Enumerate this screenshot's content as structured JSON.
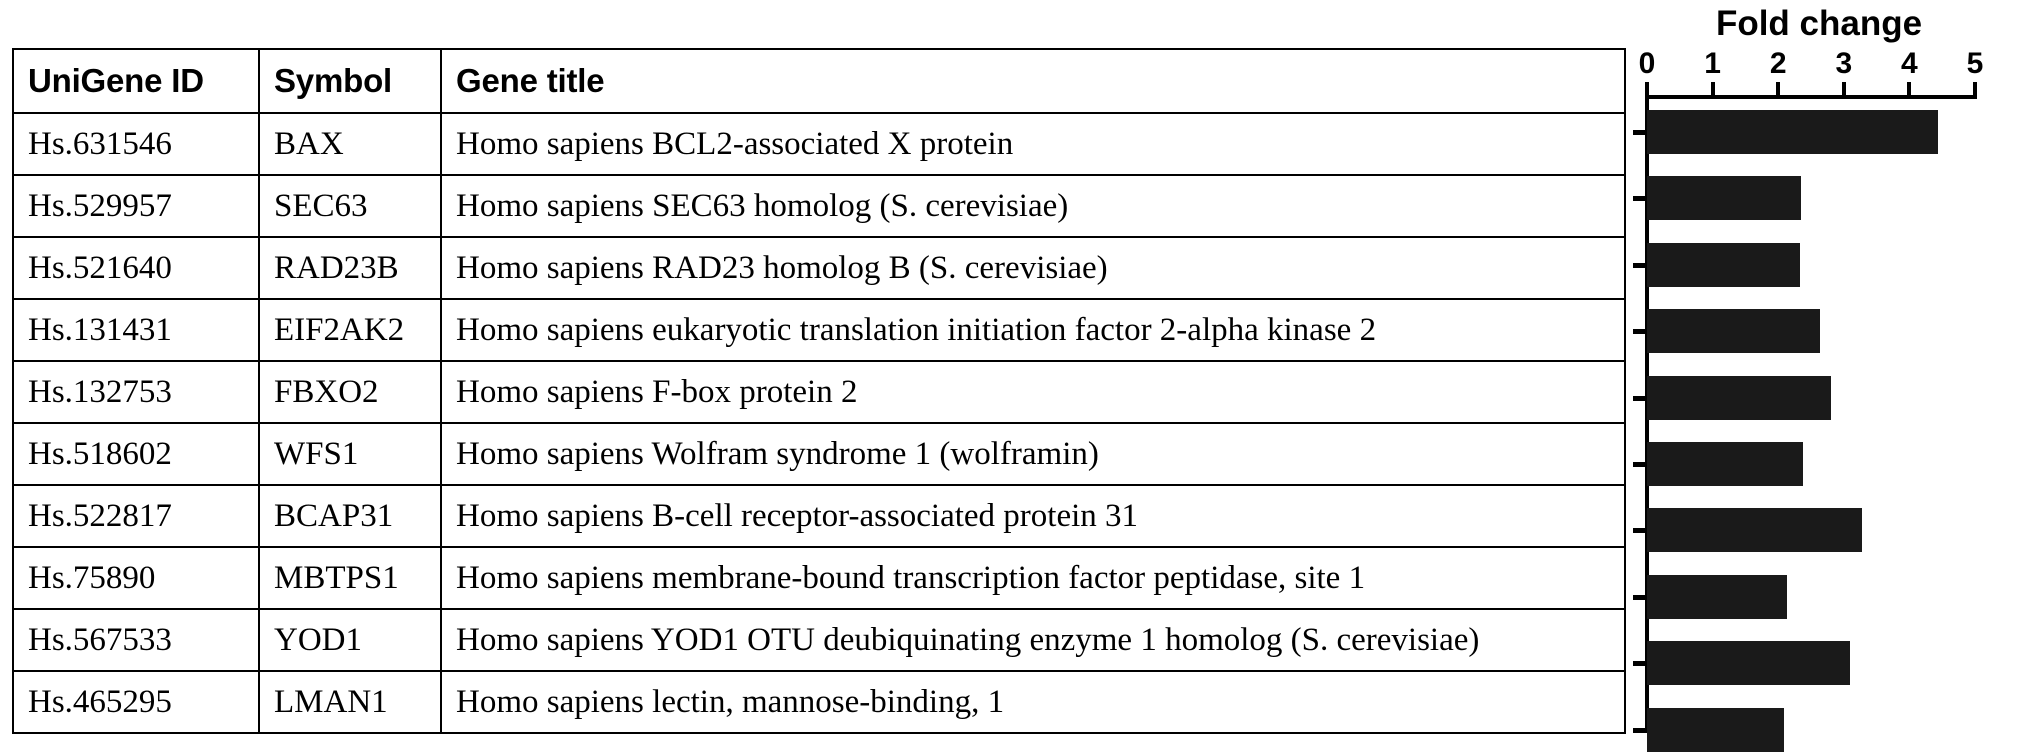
{
  "table": {
    "columns": [
      "UniGene ID",
      "Symbol",
      "Gene title"
    ],
    "rows": [
      {
        "unigene_id": "Hs.631546",
        "symbol": "BAX",
        "gene_title": "Homo sapiens BCL2-associated X protein"
      },
      {
        "unigene_id": "Hs.529957",
        "symbol": "SEC63",
        "gene_title": "Homo sapiens SEC63 homolog (S. cerevisiae)"
      },
      {
        "unigene_id": "Hs.521640",
        "symbol": "RAD23B",
        "gene_title": "Homo sapiens RAD23 homolog B (S. cerevisiae)"
      },
      {
        "unigene_id": "Hs.131431",
        "symbol": "EIF2AK2",
        "gene_title": "Homo sapiens eukaryotic translation initiation factor 2-alpha kinase 2"
      },
      {
        "unigene_id": "Hs.132753",
        "symbol": "FBXO2",
        "gene_title": "Homo sapiens F-box protein 2"
      },
      {
        "unigene_id": "Hs.518602",
        "symbol": "WFS1",
        "gene_title": "Homo sapiens Wolfram syndrome 1 (wolframin)"
      },
      {
        "unigene_id": "Hs.522817",
        "symbol": "BCAP31",
        "gene_title": "Homo sapiens B-cell receptor-associated protein 31"
      },
      {
        "unigene_id": "Hs.75890",
        "symbol": "MBTPS1",
        "gene_title": "Homo sapiens membrane-bound transcription factor peptidase, site 1"
      },
      {
        "unigene_id": "Hs.567533",
        "symbol": "YOD1",
        "gene_title": "Homo sapiens YOD1 OTU deubiquinating enzyme 1 homolog (S. cerevisiae)"
      },
      {
        "unigene_id": "Hs.465295",
        "symbol": "LMAN1",
        "gene_title": "Homo sapiens lectin, mannose-binding, 1"
      }
    ]
  },
  "chart_data": {
    "type": "bar",
    "orientation": "horizontal",
    "title": "Fold change",
    "xlabel": "",
    "ylabel": "",
    "xlim": [
      0,
      5
    ],
    "xticks": [
      0,
      1,
      2,
      3,
      4,
      5
    ],
    "xtick_labels": [
      "0",
      "1",
      "2",
      "3",
      "4",
      "5"
    ],
    "axis_position": "top",
    "grid": false,
    "legend": false,
    "bar_color": "#1a1a1a",
    "categories": [
      "BAX",
      "SEC63",
      "RAD23B",
      "EIF2AK2",
      "FBXO2",
      "WFS1",
      "BCAP31",
      "MBTPS1",
      "YOD1",
      "LMAN1"
    ],
    "values": [
      4.43,
      2.35,
      2.33,
      2.63,
      2.8,
      2.38,
      3.27,
      2.14,
      3.1,
      2.09
    ]
  }
}
